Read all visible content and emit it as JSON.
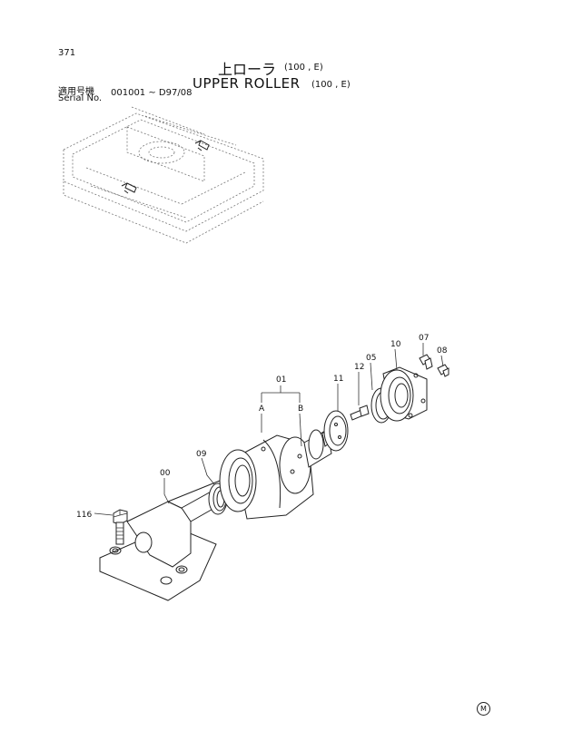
{
  "header": {
    "page_number": "371",
    "title_jp": "上ローラ",
    "title_jp_code": "(100 , E)",
    "title_en": "UPPER ROLLER",
    "title_en_code": "(100 , E)",
    "serial_label_jp": "適用号機",
    "serial_label_en": "Serial No.",
    "serial_range": "001001 ~ D97/08"
  },
  "callouts": {
    "p116": "116",
    "p00": "00",
    "p09": "09",
    "p01": "01",
    "pA": "A",
    "pB": "B",
    "p11": "11",
    "p12": "12",
    "p05": "05",
    "p10": "10",
    "p07": "07",
    "p08": "08"
  },
  "footer": {
    "mark": "M"
  }
}
